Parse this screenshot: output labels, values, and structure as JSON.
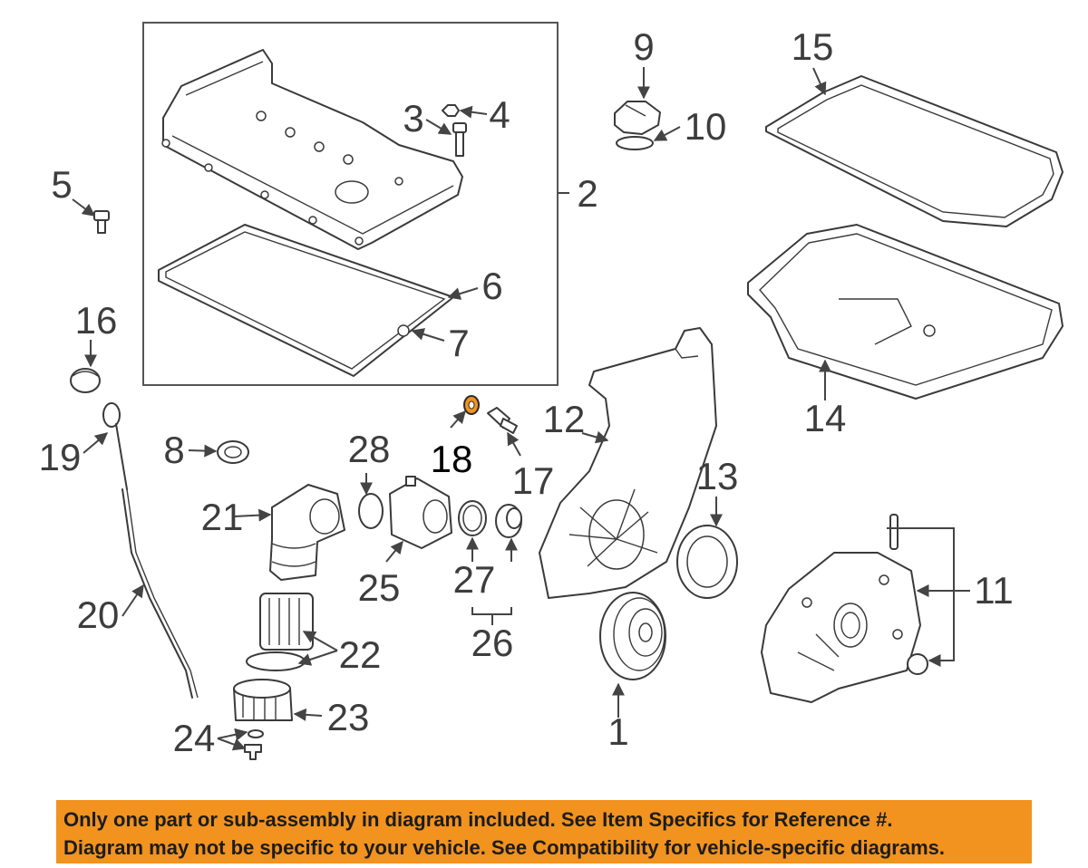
{
  "diagram": {
    "callouts": {
      "c1": "1",
      "c2": "2",
      "c3": "3",
      "c4": "4",
      "c5": "5",
      "c6": "6",
      "c7": "7",
      "c8": "8",
      "c9": "9",
      "c10": "10",
      "c11": "11",
      "c12": "12",
      "c13": "13",
      "c14": "14",
      "c15": "15",
      "c16": "16",
      "c17": "17",
      "c18": "18",
      "c19": "19",
      "c20": "20",
      "c21": "21",
      "c22": "22",
      "c23": "23",
      "c24": "24",
      "c25": "25",
      "c26": "26",
      "c27": "27",
      "c28": "28"
    },
    "highlight_color": "#f2921f",
    "line_color": "#3a3a3a"
  },
  "banner": {
    "line1": "Only one part or sub-assembly in diagram included. See Item Specifics for Reference #.",
    "line2": "Diagram may not be specific to your vehicle. See Compatibility for vehicle-specific diagrams.",
    "background": "#f2921f"
  }
}
